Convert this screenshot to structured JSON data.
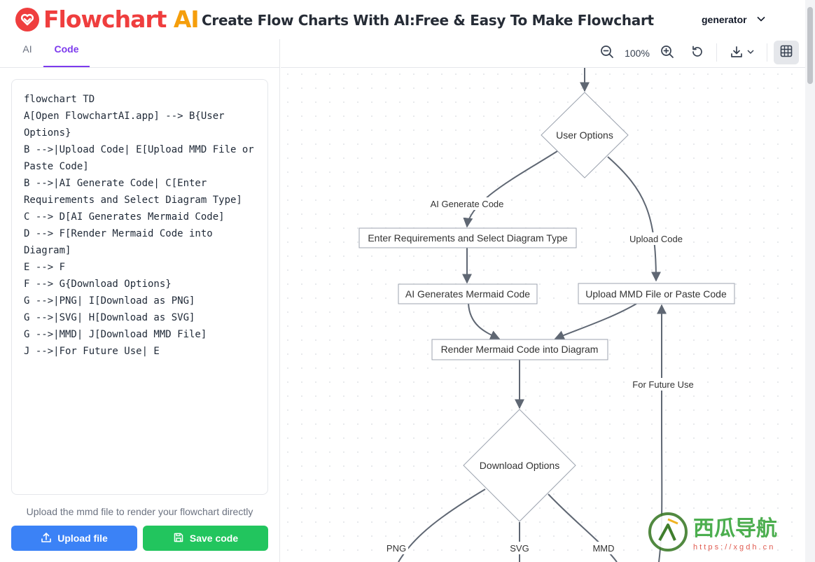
{
  "header": {
    "logo_text": "Flowchart",
    "logo_text_accent": "AI",
    "heading": "Create Flow Charts With AI:Free & Easy To Make Flowchart",
    "generator_select": "generator"
  },
  "tabs": [
    {
      "label": "AI"
    },
    {
      "label": "Code"
    }
  ],
  "editor": {
    "lines": [
      "flowchart TD",
      "A[Open FlowchartAI.app] --> B{User Options}",
      "B -->|Upload Code| E[Upload MMD File or Paste Code]",
      "B -->|AI Generate Code| C[Enter Requirements and Select Diagram Type]",
      "C --> D[AI Generates Mermaid Code]",
      "D --> F[Render Mermaid Code into Diagram]",
      "E --> F",
      "F --> G{Download Options}",
      "G -->|PNG| I[Download as PNG]",
      "G -->|SVG| H[Download as SVG]",
      "G -->|MMD| J[Download MMD File]",
      "J -->|For Future Use| E"
    ]
  },
  "upload_hint": "Upload the mmd file to render your flowchart directly",
  "buttons": {
    "upload": "Upload file",
    "save": "Save code"
  },
  "toolbar": {
    "zoom": "100%"
  },
  "diagram": {
    "nodes": {
      "user_options": "User Options",
      "enter_requirements": "Enter Requirements and Select Diagram Type",
      "ai_generates": "AI Generates Mermaid Code",
      "upload_mmd": "Upload MMD File or Paste Code",
      "render": "Render Mermaid Code into Diagram",
      "download_options": "Download Options"
    },
    "edges": {
      "ai_generate_code": "AI Generate Code",
      "upload_code": "Upload Code",
      "for_future_use": "For Future Use",
      "png": "PNG",
      "svg": "SVG",
      "mmd": "MMD"
    }
  },
  "watermark": {
    "title": "西瓜导航",
    "url": "h t t p s : / / x g d h . c n"
  }
}
